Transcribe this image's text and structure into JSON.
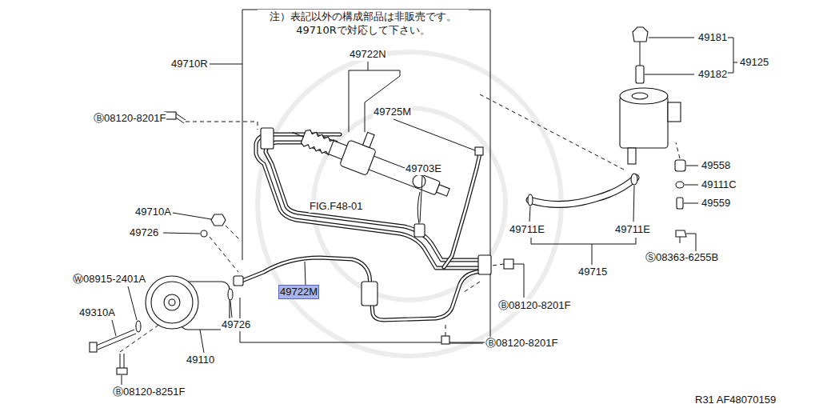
{
  "diagram": {
    "labels": [
      "注）表記以外の構成部品は非販売です。 49710Rで対応して下さい。",
      "49710R",
      "49722N",
      "49725M",
      "Ⓑ08120-8201F",
      "49703E",
      "FIG.F48-01",
      "49710A",
      "49726",
      "Ⓦ08915-2401A",
      "49310A",
      "49726",
      "49110",
      "Ⓑ08120-8251F",
      "49722M",
      "Ⓑ08120-8201F",
      "Ⓑ08120-8201F",
      "49181",
      "49125",
      "49182",
      "49558",
      "49111C",
      "49559",
      "Ⓢ08363-6255B",
      "49711E",
      "49711E",
      "49715",
      "R31 AF48070159"
    ]
  }
}
